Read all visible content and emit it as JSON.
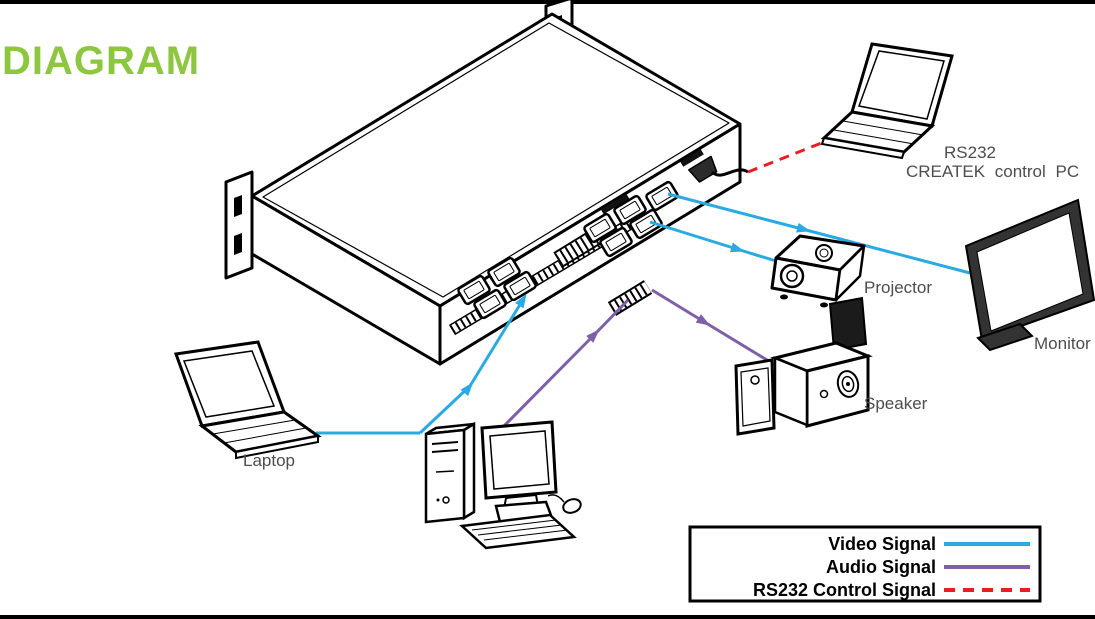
{
  "title": "DIAGRAM",
  "colors": {
    "title_green": "#8DC63F",
    "video": "#29ABE2",
    "audio": "#7D60A8",
    "rs232": "#ED1C24",
    "label_gray": "#4D4D4D"
  },
  "devices": {
    "laptop": {
      "label": "Laptop"
    },
    "control_pc": {
      "label_line1": "RS232",
      "label_line2": "CREATEK control PC"
    },
    "projector": {
      "label": "Projector"
    },
    "monitor": {
      "label": "Monitor"
    },
    "speaker": {
      "label": "Speaker"
    }
  },
  "legend": {
    "items": [
      {
        "label": "Video Signal",
        "style": "solid",
        "color": "#29ABE2"
      },
      {
        "label": "Audio Signal",
        "style": "solid",
        "color": "#7D60A8"
      },
      {
        "label": "RS232 Control Signal",
        "style": "dashed",
        "color": "#ED1C24"
      }
    ]
  }
}
